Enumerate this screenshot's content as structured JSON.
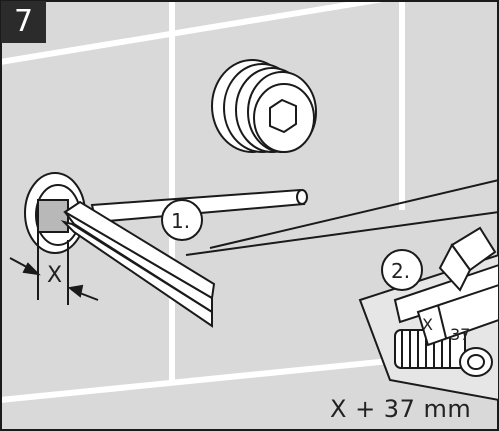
{
  "step": {
    "number": "7"
  },
  "callouts": {
    "step1": "1.",
    "step2": "2.",
    "gap": "X",
    "ruler_x": "X",
    "ruler_num": "37"
  },
  "formula": "X + 37 mm",
  "colors": {
    "wall": "#d9d9d9",
    "grout": "#ffffff",
    "line": "#1a1a1a",
    "badge": "#2b2b2b"
  }
}
